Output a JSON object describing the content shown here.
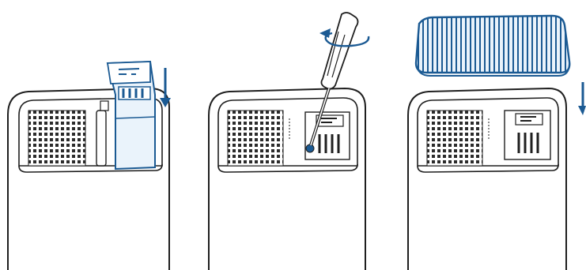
{
  "diagram": {
    "colors": {
      "line": "#1f1f1f",
      "accent": "#1b5a93",
      "accent_light": "#eaf3fb",
      "background": "#ffffff"
    },
    "steps": [
      {
        "icon": "insert-module-icon",
        "arrow_icon": "down-arrow-icon",
        "motion": "insert"
      },
      {
        "icon": "screwdriver-icon",
        "arrow_icon": "rotate-arrow-icon",
        "motion": "tighten"
      },
      {
        "icon": "cover-lid-icon",
        "arrow_icon": "down-arrow-icon",
        "motion": "place-cover"
      }
    ]
  }
}
